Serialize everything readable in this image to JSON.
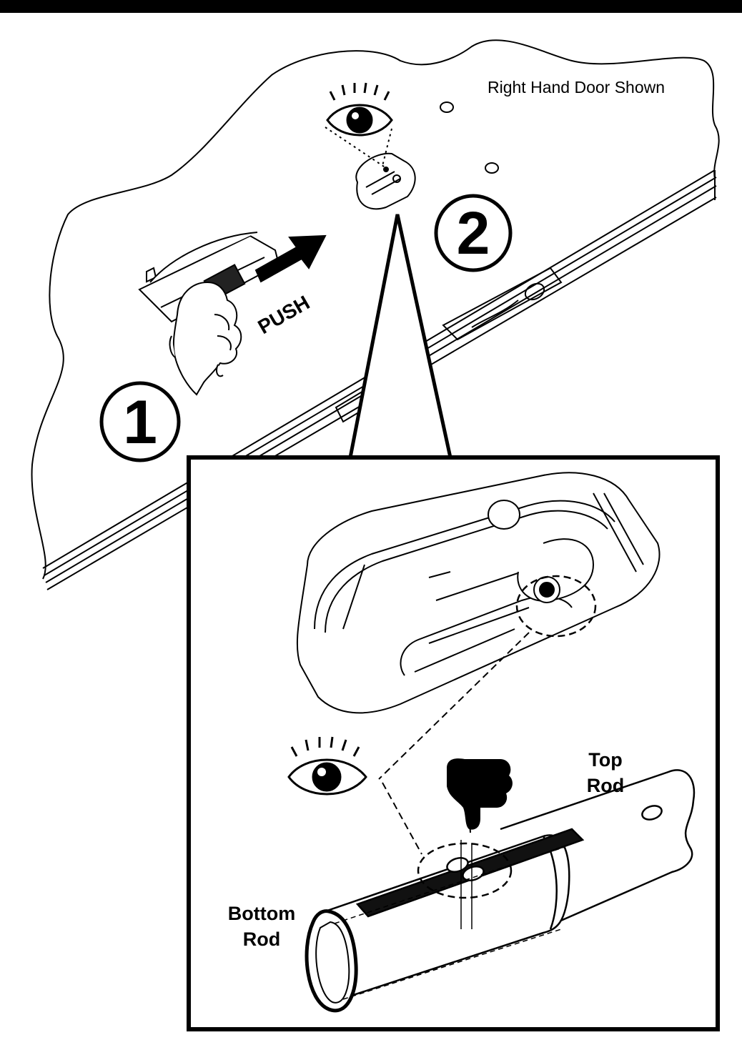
{
  "header_bar_color": "#000000",
  "caption": "Right Hand Door Shown",
  "push_label": "PUSH",
  "steps": [
    "1",
    "2"
  ],
  "labels": {
    "top_rod_line1": "Top",
    "top_rod_line2": "Rod",
    "bottom_rod_line1": "Bottom",
    "bottom_rod_line2": "Rod"
  },
  "icons": {
    "eye_top": "eye-icon",
    "eye_bottom": "eye-icon",
    "thumb": "thumbs-down-icon",
    "arrow": "push-arrow-icon"
  }
}
